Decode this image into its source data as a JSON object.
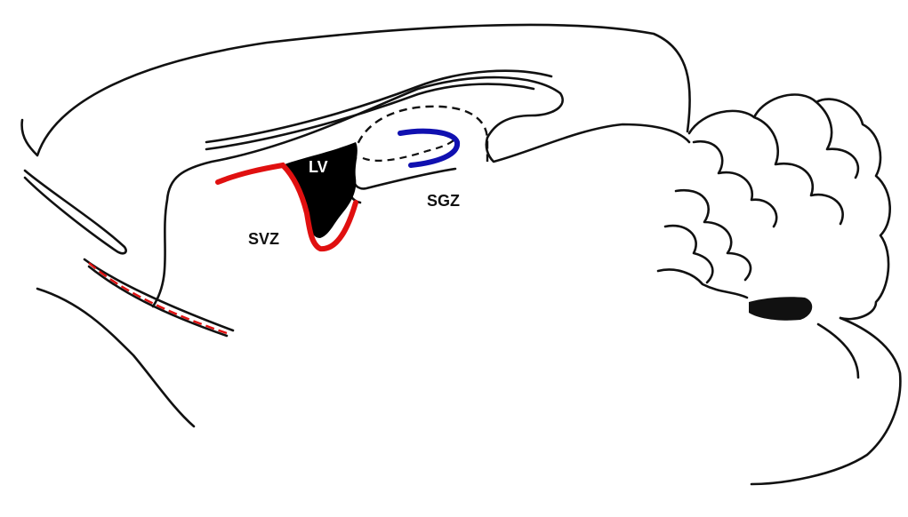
{
  "labels": {
    "lv": "LV",
    "svz": "SVZ",
    "sgz": "SGZ"
  },
  "colors": {
    "svz": "#e01010",
    "sgz": "#1010b0",
    "ventricle": "#000000",
    "outline": "#111111",
    "lv_label_text": "#ffffff",
    "label_text": "#111111"
  }
}
